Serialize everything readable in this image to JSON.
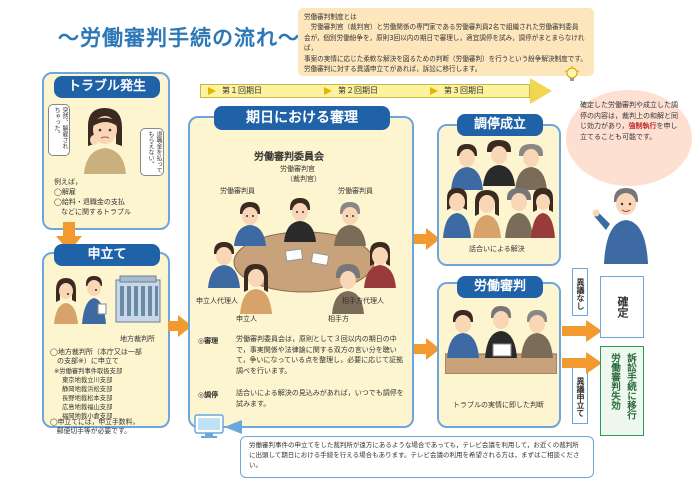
{
  "title": "〜労働審判手続の流れ〜",
  "intro": {
    "text": "労働審判制度とは\n　労働審判官（裁判官）と労働関係の専門家である労働審判員2名で組織された労働審判委員\n会が，個別労働紛争を，原則3回以内の期日で審理し，適宜調停を試み，調停がまとまらなければ，\n事案の実情に応じた柔軟な解決を図るための判断（労働審判）を行うという紛争解決制度です。\n労働審判に対する異議申立てがあれば，訴訟に移行します。"
  },
  "rounds": [
    "第１回期日",
    "第２回期日",
    "第３回期日"
  ],
  "trouble": {
    "heading": "トラブル発生",
    "bubble_left": "突然、解雇されちゃった。",
    "bubble_right": "退職金を払ってもらえない。",
    "examples_intro": "例えば，",
    "examples": [
      "◯解雇",
      "◯給料・退職金の支払",
      "　などに関するトラブル"
    ]
  },
  "application": {
    "heading": "申立て",
    "court_label": "地方裁判所",
    "line1": "◯地方裁判所（本庁又は一部",
    "line2": "　の支部※）に申立て",
    "branch_header": "※労働審判事件取扱支部",
    "branches": [
      "東京地裁立川支部",
      "静岡地裁浜松支部",
      "長野地裁松本支部",
      "広島地裁福山支部",
      "福岡地裁小倉支部"
    ],
    "fee_line1": "◯申立てには，申立手数料，",
    "fee_line2": "　郵便切手等が必要です。"
  },
  "hearing": {
    "heading": "期日における審理",
    "committee": "労働審判委員会",
    "judge_title": "労働審判官",
    "judge_sub": "（裁判官）",
    "member_left": "労働審判員",
    "member_right": "労働審判員",
    "agent_left": "申立人代理人",
    "agent_right": "相手方代理人",
    "applicant": "申立人",
    "respondent": "相手方",
    "review_label": "◎審理",
    "review_text": "労働審判委員会は，原則として３回以内の期日の中で，事実関係や法律論に関する双方の言い分を聴いて，争いになっている点を整理し，必要に応じて証拠調べを行います。",
    "mediation_label": "◎調停",
    "mediation_text": "話合いによる解決の見込みがあれば，いつでも調停を試みます。"
  },
  "mediation": {
    "heading": "調停成立",
    "caption": "話合いによる解決"
  },
  "decision": {
    "heading": "労働審判",
    "caption": "トラブルの実情に即した判断"
  },
  "no_objection": "異議なし",
  "objection": "異議申立て",
  "final": "確定",
  "lawsuit": "訴訟手続に移行",
  "lawsuit_lawsuit": "労働審判失効",
  "callout": {
    "text_a": "確定した労働審判や成立した調停の内容は，裁判上の和解と同じ効力があり，",
    "text_b": "強制執行",
    "text_c": "を申し立てることも可能です。"
  },
  "bottom_note": "労働審判事件の申立てをした裁判所が遠方にあるような場合であっても，テレビ会議を利用して，お近くの裁判所に出頭して期日における手続を行える場合もあります。テレビ会議の利用を希望される方は，まずはご相談ください。",
  "colors": {
    "title": "#2c78b7",
    "heading_bar": "#1f62a8",
    "box_border": "#6ba7dd",
    "box_fill": "#fdf5cf",
    "intro_fill": "#fde6bc",
    "arrow_orange": "#f29a2e",
    "callout_fill": "#fde0d2",
    "final_green": "#2f9a55"
  }
}
